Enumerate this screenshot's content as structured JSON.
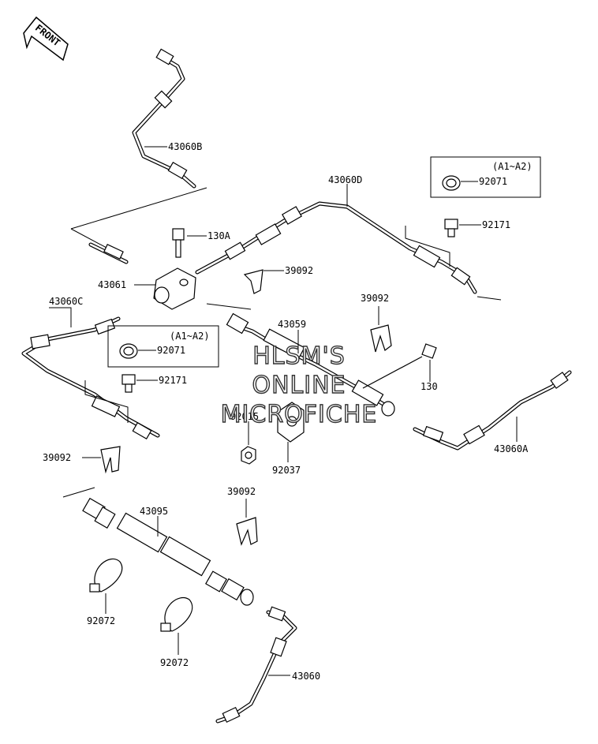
{
  "front_label": "FRONT",
  "watermark": {
    "line1": "HLSM'S",
    "line2": "ONLINE",
    "line3": "MICROFICHE"
  },
  "labels": {
    "p43060B": "43060B",
    "p43060D": "43060D",
    "p130A": "130A",
    "p43061": "43061",
    "p39092_a": "39092",
    "p43060C": "43060C",
    "p92071_a": "92071",
    "p92071_b": "92071",
    "p92171_a": "92171",
    "p92171_b": "92171",
    "p43059": "43059",
    "p39092_b": "39092",
    "p130": "130",
    "p92015": "92015",
    "p92037": "92037",
    "p43060A": "43060A",
    "p39092_c": "39092",
    "p39092_d": "39092",
    "p43095": "43095",
    "p92072_a": "92072",
    "p92072_b": "92072",
    "p43060": "43060"
  },
  "notes": {
    "range_a": "(A1~A2)",
    "range_b": "(A1~A2)"
  }
}
